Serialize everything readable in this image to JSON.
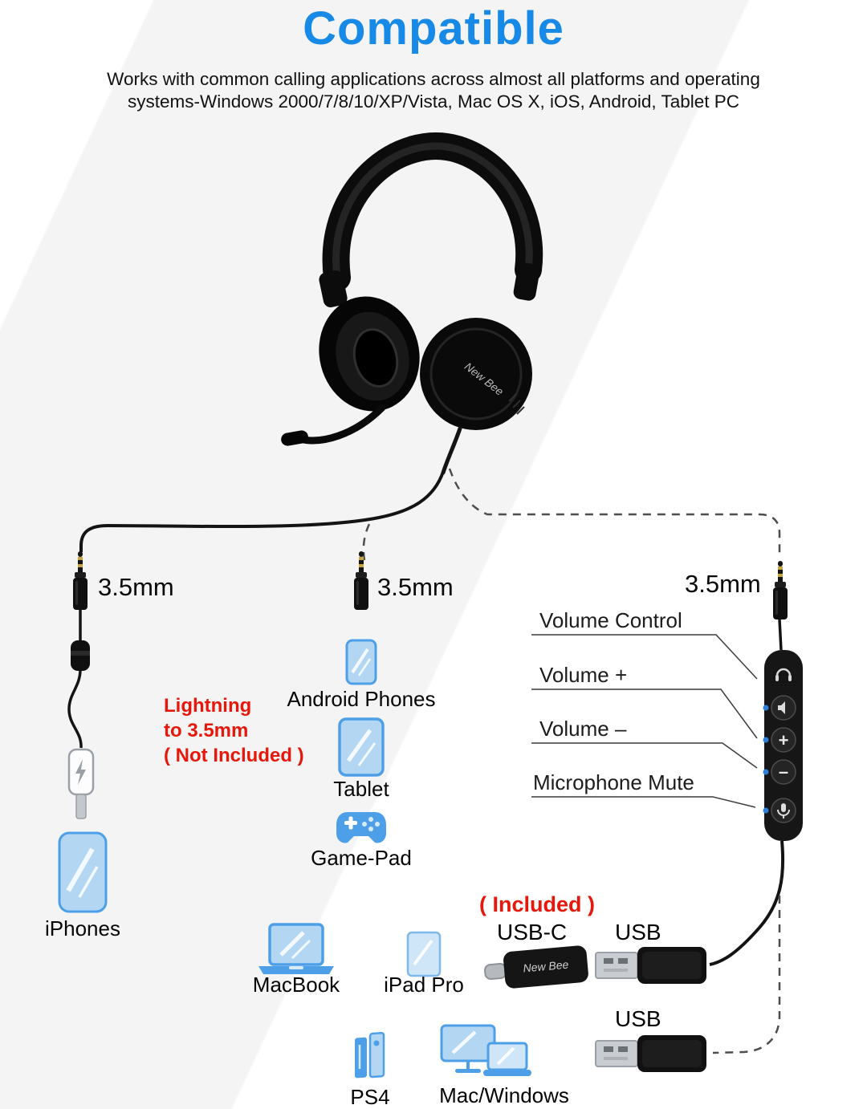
{
  "colors": {
    "title_blue": "#1789e6",
    "red": "#e8170b",
    "device_stroke": "#4d9fe8",
    "device_fill": "#b3d7f3"
  },
  "header": {
    "title": "Compatible",
    "subtitle_line1": "Works with common calling applications across almost all platforms and operating",
    "subtitle_line2": "systems-Windows 2000/7/8/10/XP/Vista, Mac OS X, iOS, Android, Tablet PC"
  },
  "headset": {
    "brand": "New Bee"
  },
  "connectors": {
    "left_jack_label": "3.5mm",
    "middle_jack_label": "3.5mm",
    "right_jack_label": "3.5mm"
  },
  "left_branch": {
    "note_line1": "Lightning",
    "note_line2": "to 3.5mm",
    "note_line3": "( Not Included )",
    "device": "iPhones"
  },
  "middle_branch": {
    "android": "Android Phones",
    "tablet": "Tablet",
    "gamepad": "Game-Pad"
  },
  "remote": {
    "label_volume_control": "Volume Control",
    "label_volume_plus": "Volume +",
    "label_volume_minus": "Volume –",
    "label_mic_mute": "Microphone Mute",
    "plus_glyph": "+",
    "minus_glyph": "–"
  },
  "bottom": {
    "included_note": "( Included )",
    "usb_c_label": "USB-C",
    "usb_c_brand": "New Bee",
    "usb_label_top": "USB",
    "usb_label_bottom": "USB",
    "macbook": "MacBook",
    "ipad_pro": "iPad Pro",
    "ps4": "PS4",
    "mac_windows": "Mac/Windows"
  }
}
